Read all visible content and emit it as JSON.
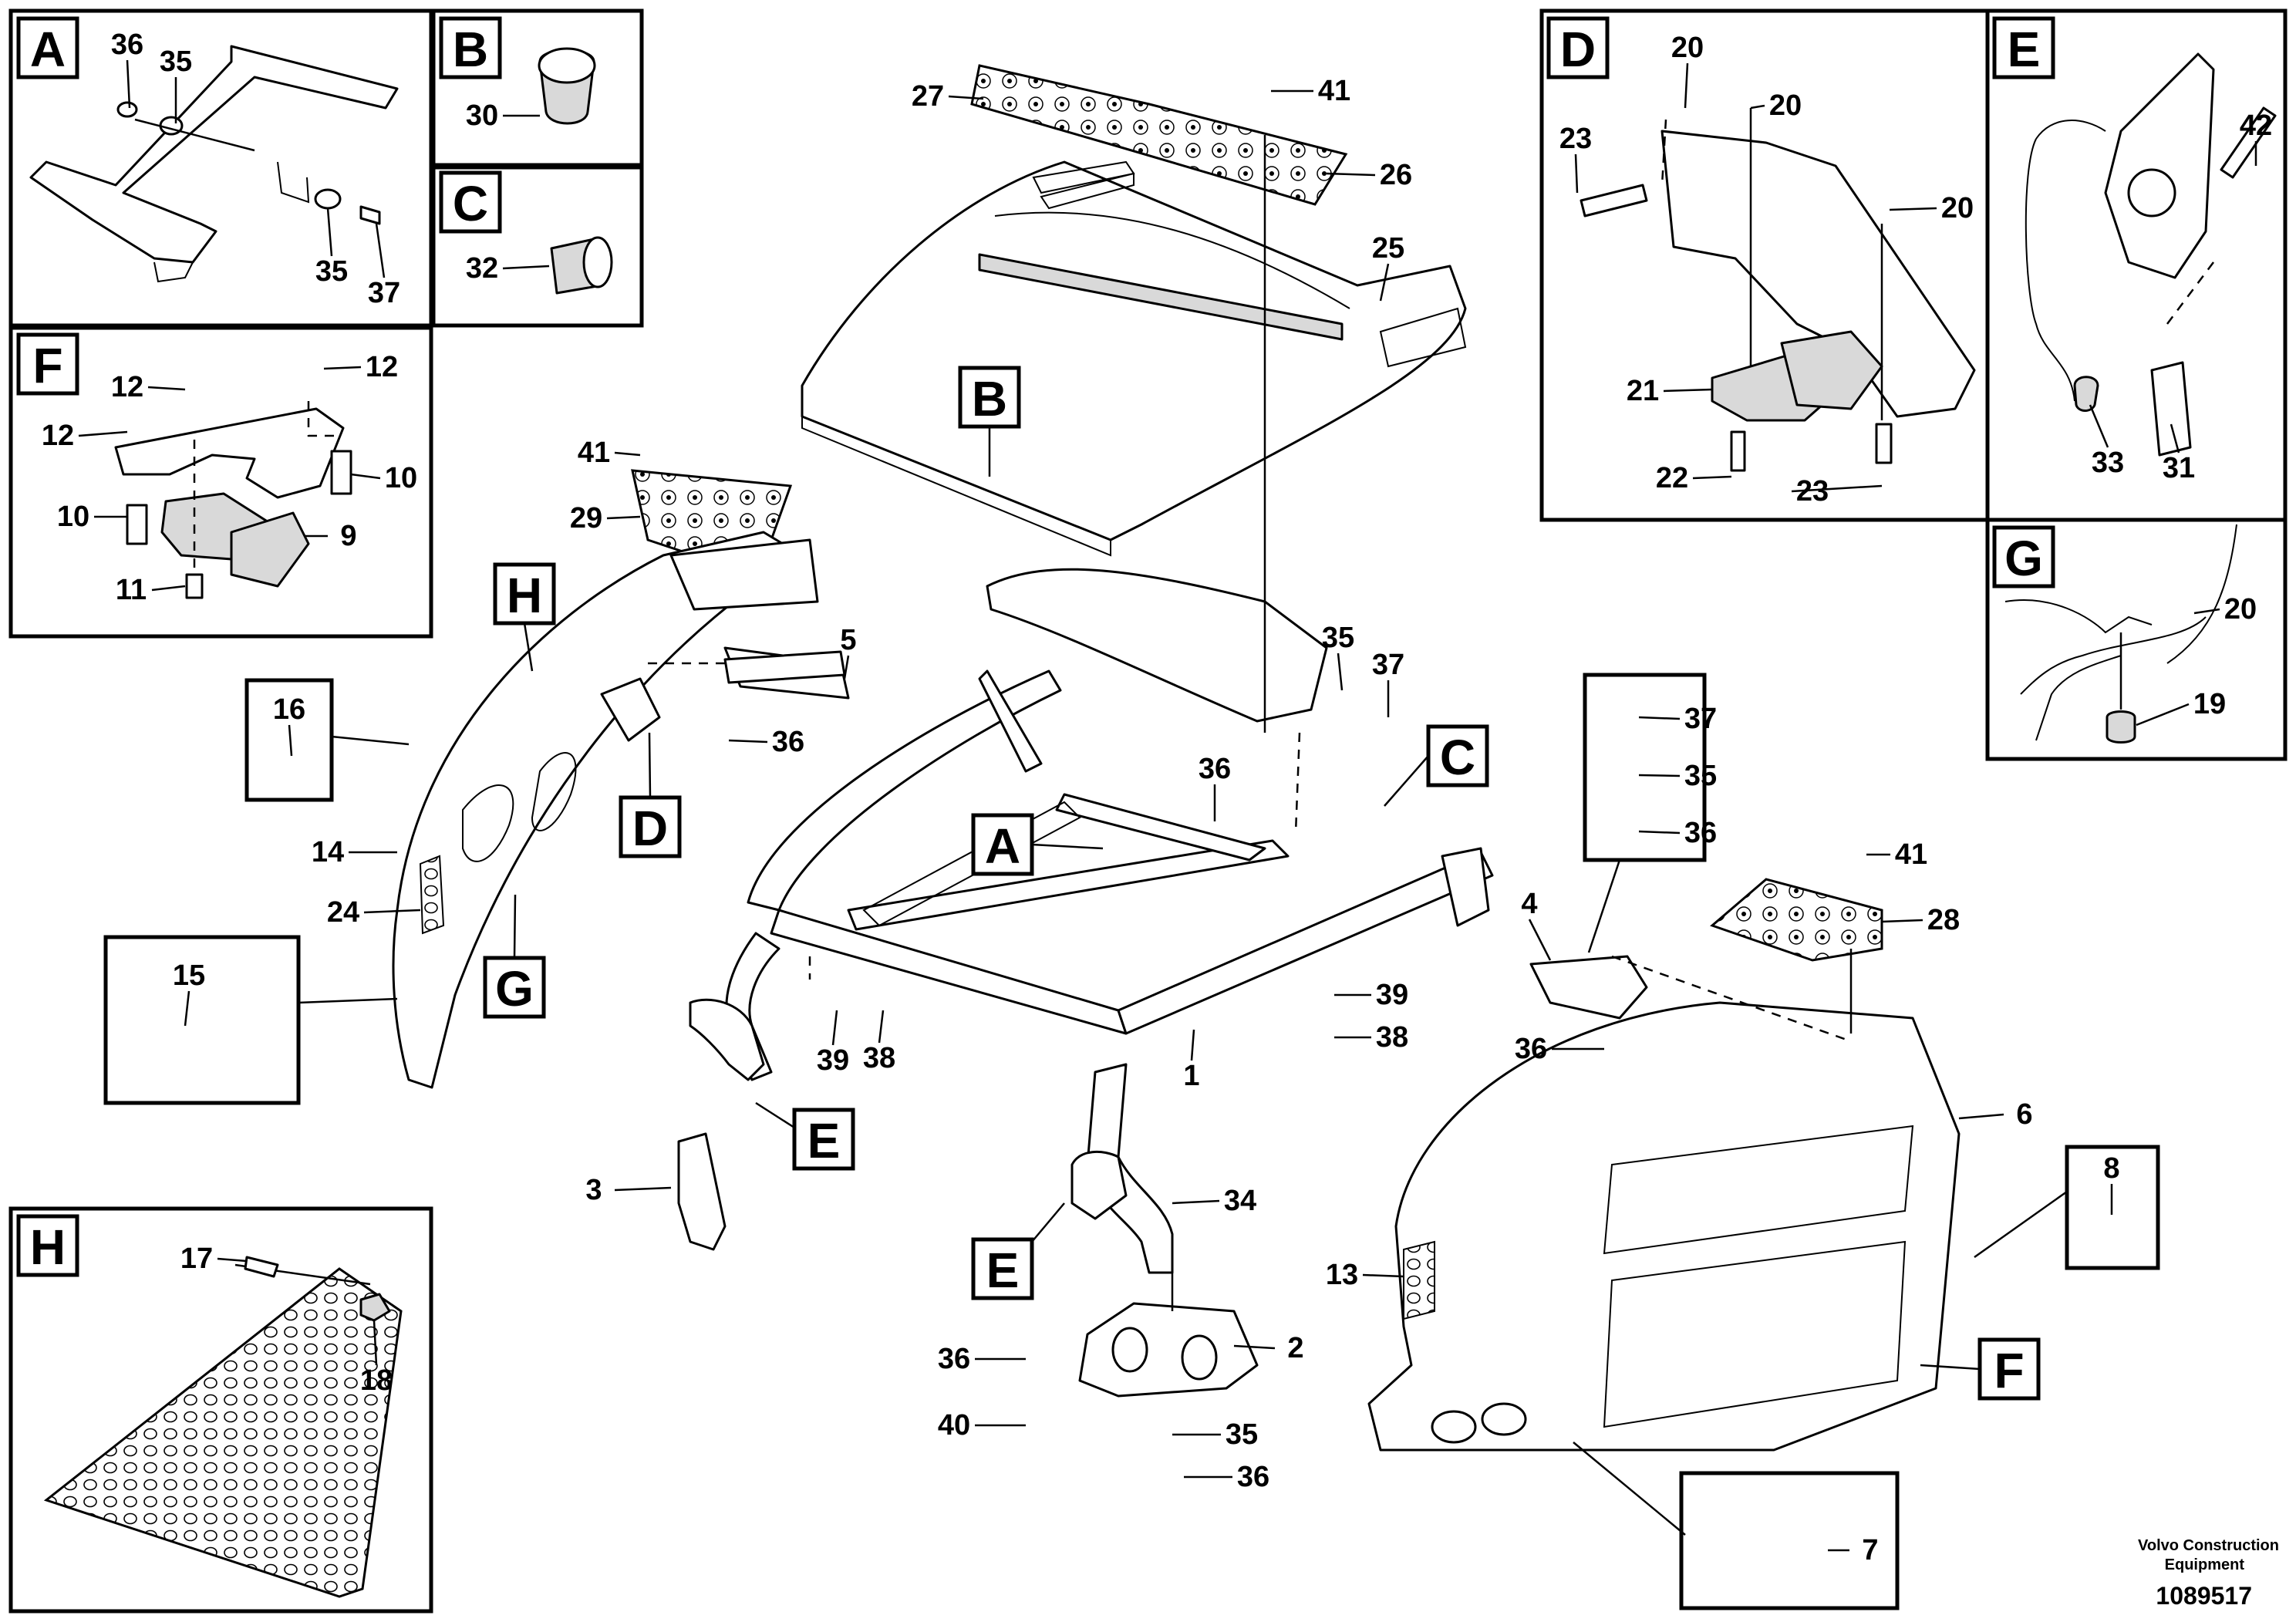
{
  "footer": {
    "company_line1": "Volvo Construction",
    "company_line2": "Equipment",
    "document_number": "1089517"
  },
  "detail_panels": [
    {
      "letter": "A",
      "items": [
        "36",
        "35",
        "35",
        "37"
      ]
    },
    {
      "letter": "B",
      "items": [
        "30"
      ]
    },
    {
      "letter": "C",
      "items": [
        "32"
      ]
    },
    {
      "letter": "F",
      "items": [
        "12",
        "12",
        "12",
        "10",
        "10",
        "9",
        "11"
      ]
    },
    {
      "letter": "D",
      "items": [
        "20",
        "20",
        "23",
        "20",
        "21",
        "22",
        "23"
      ]
    },
    {
      "letter": "E",
      "items": [
        "42",
        "33",
        "31"
      ]
    },
    {
      "letter": "G",
      "items": [
        "20",
        "19"
      ]
    },
    {
      "letter": "H",
      "items": [
        "17",
        "18"
      ]
    }
  ],
  "view_tags": [
    "B",
    "H",
    "D",
    "G",
    "A",
    "C",
    "E",
    "E",
    "F"
  ],
  "callout_boxes": [
    {
      "items": [
        "16"
      ]
    },
    {
      "items": [
        "15"
      ]
    },
    {
      "items": [
        "37",
        "35",
        "36"
      ]
    },
    {
      "items": [
        "8"
      ]
    },
    {
      "items": [
        "7"
      ]
    }
  ],
  "main_labels": [
    "27",
    "41",
    "26",
    "25",
    "41",
    "29",
    "5",
    "36",
    "35",
    "37",
    "14",
    "24",
    "36",
    "1",
    "39",
    "38",
    "39",
    "38",
    "3",
    "34",
    "2",
    "36",
    "40",
    "35",
    "36",
    "4",
    "36",
    "41",
    "28",
    "6",
    "13"
  ]
}
